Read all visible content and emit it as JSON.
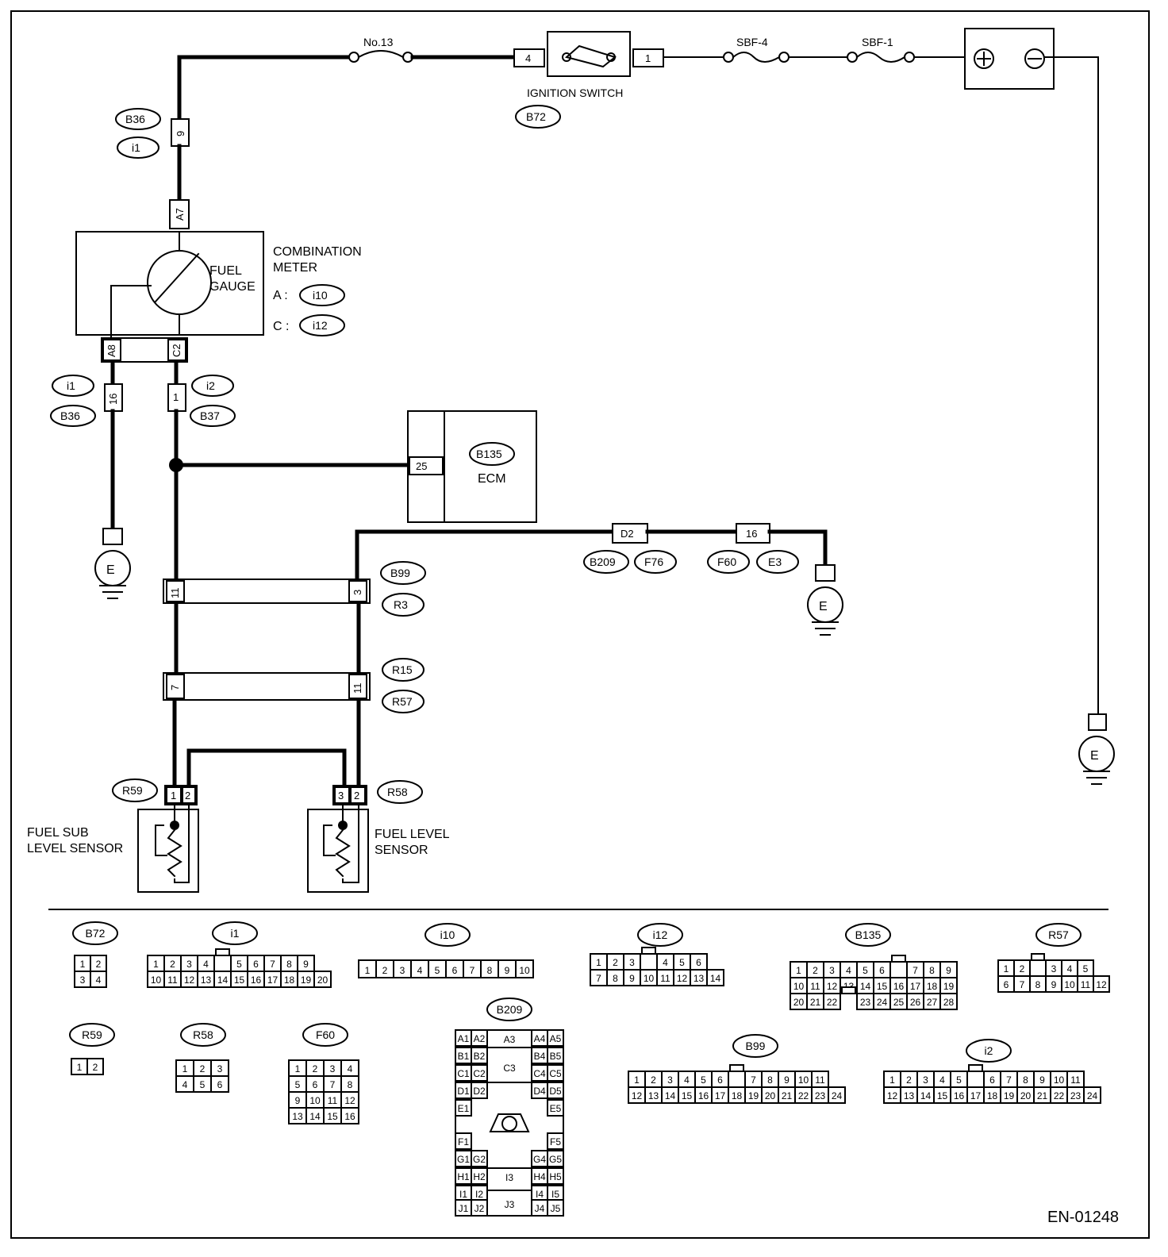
{
  "wire_labels": {
    "fuse_no13": "No.13",
    "sbf4": "SBF-4",
    "sbf1": "SBF-1",
    "ignition_switch": "IGNITION SWITCH",
    "combination_meter_line1": "COMBINATION",
    "combination_meter_line2": "METER",
    "fuel_gauge_line1": "FUEL",
    "fuel_gauge_line2": "GAUGE",
    "meter_a": "A :",
    "meter_c": "C :",
    "ecm": "ECM",
    "fuel_sub_line1": "FUEL SUB",
    "fuel_sub_line2": "LEVEL SENSOR",
    "fuel_level_line1": "FUEL LEVEL",
    "fuel_level_line2": "SENSOR",
    "ground": "E",
    "battery_plus": "⊕",
    "battery_minus": "⊖",
    "figure_id": "EN-01248"
  },
  "connector_ovals": {
    "b72": "B72",
    "b36_top": "B36",
    "i1_top": "i1",
    "i10": "i10",
    "i12": "i12",
    "i1_left": "i1",
    "b36_left": "B36",
    "i2_right": "i2",
    "b37": "B37",
    "b135": "B135",
    "b209": "B209",
    "f76": "F76",
    "f60": "F60",
    "e3": "E3",
    "b99": "B99",
    "r3": "R3",
    "r15": "R15",
    "r57": "R57",
    "r59": "R59",
    "r58": "R58"
  },
  "pins": {
    "ign4": "4",
    "ign1": "1",
    "p9": "9",
    "a7": "A7",
    "a8": "A8",
    "c2": "C2",
    "p16": "16",
    "p1": "1",
    "p25": "25",
    "d2": "D2",
    "p16b": "16",
    "p11": "11",
    "p3": "3",
    "p7": "7",
    "p11b": "11",
    "r59_1": "1",
    "r59_2": "2",
    "r58_3": "3",
    "r58_2": "2"
  },
  "faces": {
    "b72": {
      "title": "B72",
      "rows": [
        [
          "1",
          "2"
        ],
        [
          "3",
          "4"
        ]
      ]
    },
    "i1": {
      "title": "i1",
      "rows": [
        [
          "1",
          "2",
          "3",
          "4",
          "",
          "5",
          "6",
          "7",
          "8",
          "9"
        ],
        [
          "10",
          "11",
          "12",
          "13",
          "14",
          "15",
          "16",
          "17",
          "18",
          "19",
          "20"
        ]
      ]
    },
    "i10": {
      "title": "i10",
      "rows": [
        [
          "1",
          "2",
          "3",
          "4",
          "5",
          "6",
          "7",
          "8",
          "9",
          "10"
        ]
      ]
    },
    "i12": {
      "title": "i12",
      "rows": [
        [
          "1",
          "2",
          "3",
          "",
          "4",
          "5",
          "6"
        ],
        [
          "7",
          "8",
          "9",
          "10",
          "11",
          "12",
          "13",
          "14"
        ]
      ]
    },
    "b135": {
      "title": "B135",
      "rows": [
        [
          "1",
          "2",
          "3",
          "4",
          "5",
          "6",
          "",
          "7",
          "8",
          "9"
        ],
        [
          "10",
          "11",
          "12",
          "13",
          "14",
          "15",
          "16",
          "17",
          "18",
          "19"
        ],
        [
          "20",
          "21",
          "22",
          "",
          "23",
          "24",
          "25",
          "26",
          "27",
          "28"
        ]
      ]
    },
    "r57": {
      "title": "R57",
      "rows": [
        [
          "1",
          "2",
          "",
          "3",
          "4",
          "5"
        ],
        [
          "6",
          "7",
          "8",
          "9",
          "10",
          "11",
          "12"
        ]
      ]
    },
    "r59": {
      "title": "R59",
      "rows": [
        [
          "1",
          "2"
        ]
      ]
    },
    "r58": {
      "title": "R58",
      "rows": [
        [
          "1",
          "2",
          "3"
        ],
        [
          "4",
          "5",
          "6"
        ]
      ]
    },
    "f60": {
      "title": "F60",
      "rows": [
        [
          "1",
          "2",
          "3",
          "4"
        ],
        [
          "5",
          "6",
          "7",
          "8"
        ],
        [
          "9",
          "10",
          "11",
          "12"
        ],
        [
          "13",
          "14",
          "15",
          "16"
        ]
      ]
    },
    "b99": {
      "title": "B99",
      "rows": [
        [
          "1",
          "2",
          "3",
          "4",
          "5",
          "6",
          "",
          "7",
          "8",
          "9",
          "10",
          "11"
        ],
        [
          "12",
          "13",
          "14",
          "15",
          "16",
          "17",
          "18",
          "19",
          "20",
          "21",
          "22",
          "23",
          "24"
        ]
      ]
    },
    "i2": {
      "title": "i2",
      "rows": [
        [
          "1",
          "2",
          "3",
          "4",
          "5",
          "",
          "6",
          "7",
          "8",
          "9",
          "10",
          "11"
        ],
        [
          "12",
          "13",
          "14",
          "15",
          "16",
          "17",
          "18",
          "19",
          "20",
          "21",
          "22",
          "23",
          "24"
        ]
      ]
    },
    "b209": {
      "title": "B209",
      "left": [
        "A1",
        "A2",
        "B1",
        "B2",
        "C1",
        "C2",
        "D1",
        "D2",
        "E1",
        "F1",
        "G1",
        "G2",
        "H1",
        "H2",
        "I1",
        "I2",
        "J1",
        "J2"
      ],
      "right": [
        "A4",
        "A5",
        "B4",
        "B5",
        "C4",
        "C5",
        "D4",
        "D5",
        "E5",
        "F5",
        "G4",
        "G5",
        "H4",
        "H5",
        "I4",
        "I5",
        "J4",
        "J5"
      ],
      "center": [
        "A3",
        "C3",
        "I3",
        "J3"
      ]
    }
  }
}
